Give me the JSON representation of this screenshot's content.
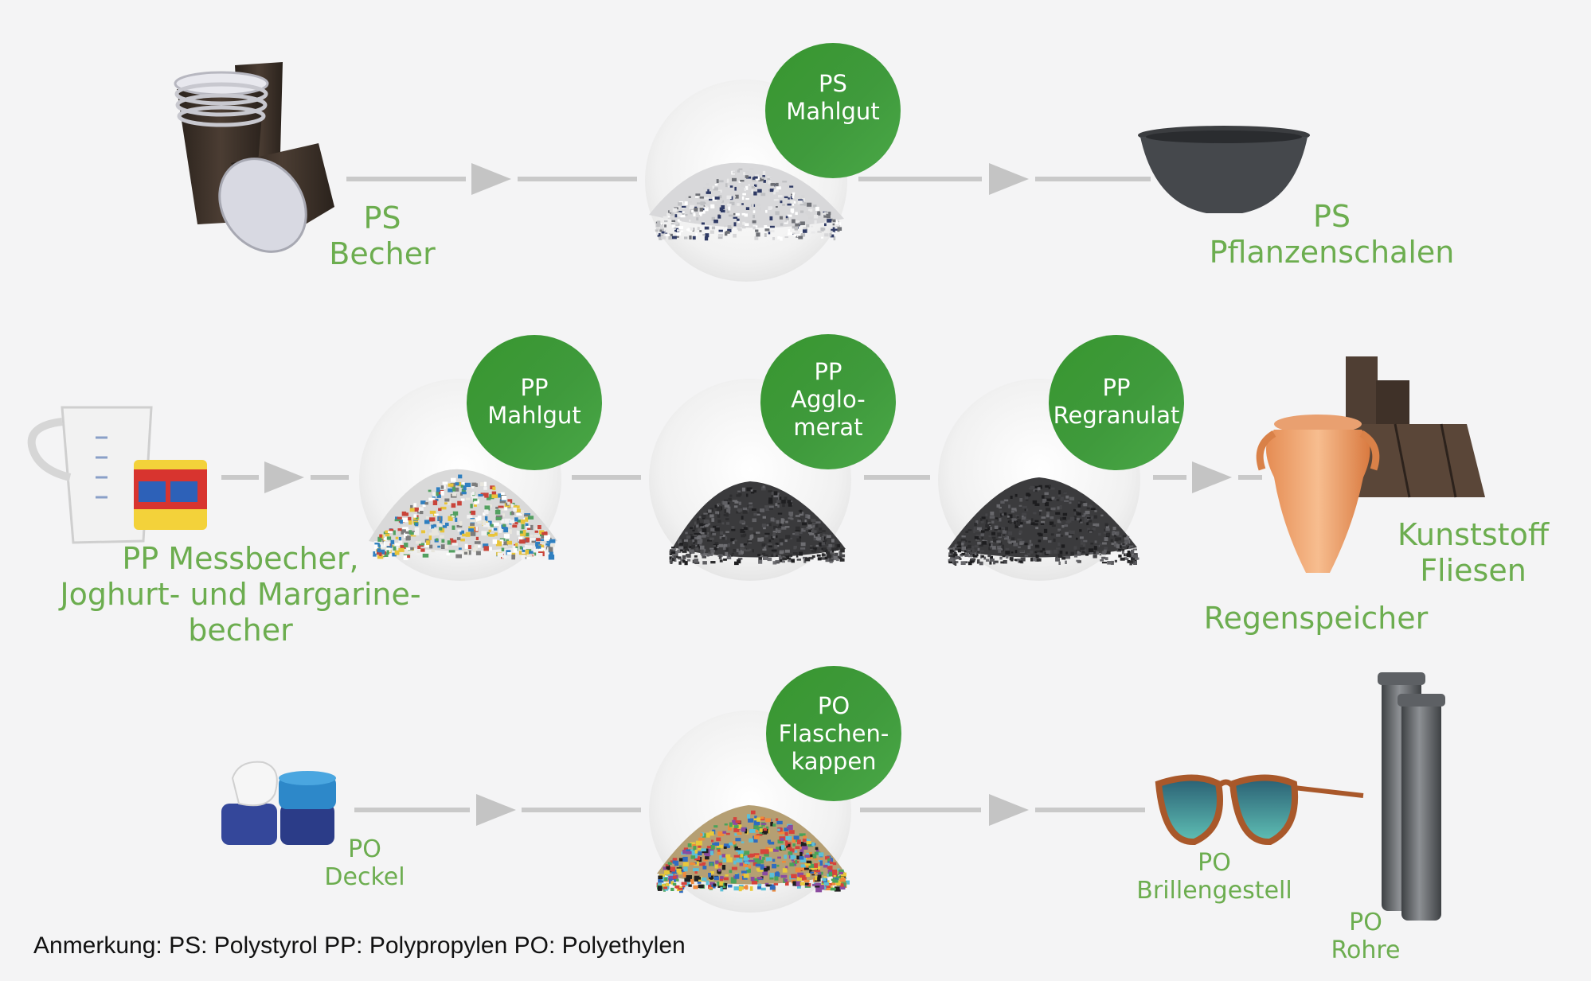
{
  "rows": {
    "ps": {
      "source": {
        "line1": "PS",
        "line2": "Becher"
      },
      "process": {
        "line1": "PS",
        "line2": "Mahlgut"
      },
      "product": {
        "line1": "PS",
        "line2": "Pflanzenschalen"
      }
    },
    "pp": {
      "source": {
        "line1": "PP Messbecher,",
        "line2": "Joghurt- und Margarine-",
        "line3": "becher"
      },
      "process1": {
        "line1": "PP",
        "line2": "Mahlgut"
      },
      "process2": {
        "line1": "PP",
        "line2": "Agglo-",
        "line3": "merat"
      },
      "process3": {
        "line1": "PP",
        "line2": "Regranulat"
      },
      "product_tiles": {
        "line1": "Kunststoff",
        "line2": "Fliesen"
      },
      "product_tank": {
        "line1": "Regenspeicher"
      }
    },
    "po": {
      "source": {
        "line1": "PO",
        "line2": "Deckel"
      },
      "process": {
        "line1": "PO",
        "line2": "Flaschen-",
        "line3": "kappen"
      },
      "product_glasses": {
        "line1": "PO",
        "line2": "Brillengestell"
      },
      "product_pipes": {
        "line1": "PO",
        "line2": "Rohre"
      }
    }
  },
  "note": "Anmerkung: PS: Polystyrol PP: Polypropylen PO: Polyethylen",
  "colors": {
    "accent": "#6cad4f",
    "badge": "#3f9a3c",
    "connector": "#c9c9c9",
    "arrow": "#c4c4c4"
  },
  "icons": [
    "cup-stack-icon",
    "measuring-jug-icon",
    "yogurt-pack-icon",
    "bottle-cap-icon",
    "plant-bowl-icon",
    "amphora-icon",
    "floor-tiles-icon",
    "sunglasses-icon",
    "pipe-icon"
  ]
}
